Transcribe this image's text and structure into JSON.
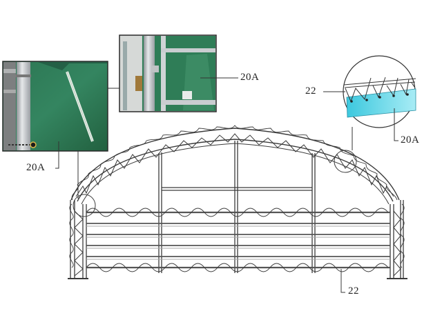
{
  "figure": {
    "type": "patent-style structural diagram",
    "subject": "arched tent frame with truss roof and side curtain panels",
    "colors": {
      "tarp_green": "#2f7a55",
      "tarp_green_dark": "#1f5c3e",
      "callout_cyan": "#5fd6e8",
      "line": "#333333",
      "pipe": "#c8ccd0"
    }
  },
  "labels": {
    "photo_left_ref": "20A",
    "photo_center_ref": "20A",
    "callout_cover_ref": "20A",
    "callout_cable_ref": "22",
    "frame_cable_ref": "22"
  },
  "panels": {
    "photo_left": {
      "description": "green curtain panel attached to aluminum pole with grommet"
    },
    "photo_center": {
      "description": "green curtain panel clipped to scaffold pipe frame"
    },
    "callout_detail": {
      "description": "magnified truss segment showing lacing cable 22 and cover strip 20A"
    }
  },
  "frame": {
    "bays": 4,
    "side_rails": 5,
    "legend_circles": 2
  }
}
